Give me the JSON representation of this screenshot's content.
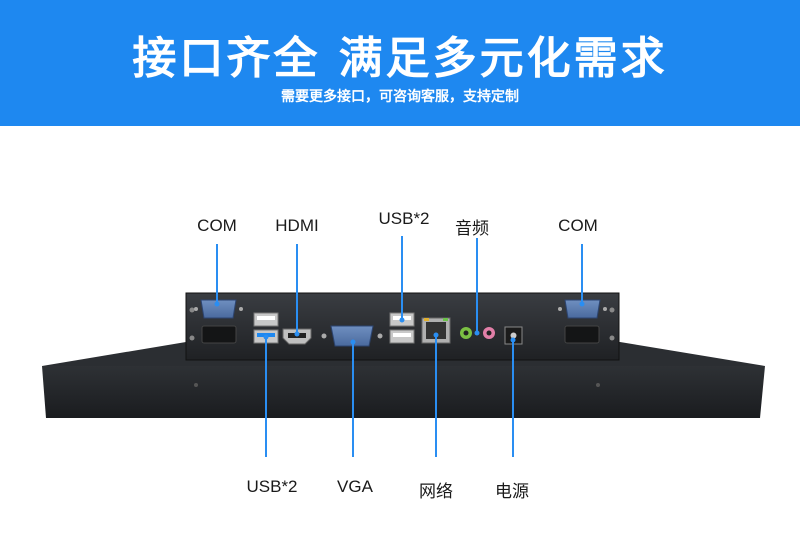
{
  "banner": {
    "title": "接口齐全  满足多元化需求",
    "subtitle": "需要更多接口，可咨询客服，支持定制",
    "color": "#1e88f0"
  },
  "top_labels": [
    "COM",
    "HDMI",
    "USB*2",
    "音频",
    "COM"
  ],
  "bottom_labels": [
    "USB*2",
    "VGA",
    "网络",
    "电源"
  ],
  "pointer_color": "#2a8ef2"
}
